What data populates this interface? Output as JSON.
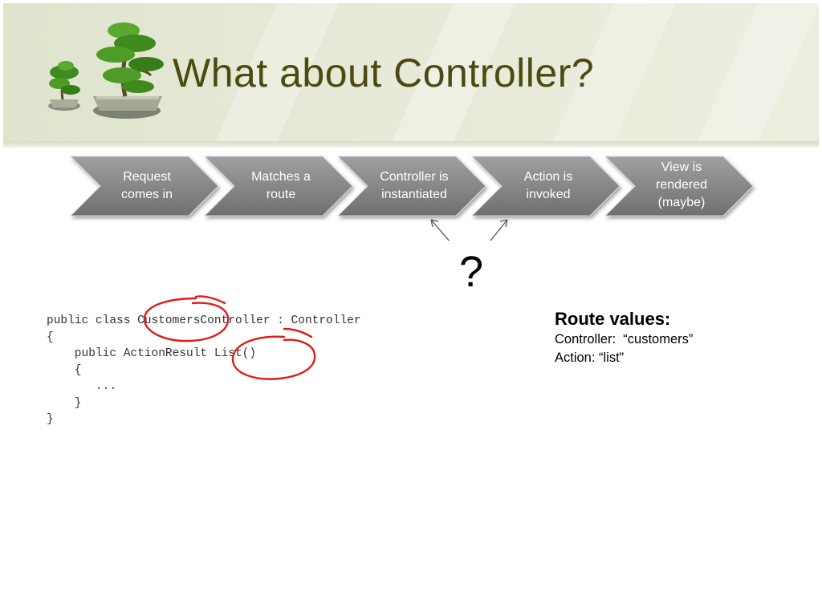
{
  "slide": {
    "title": "What about Controller?"
  },
  "process_steps": [
    {
      "label_line1": "Request",
      "label_line2": "comes in",
      "label_line3": ""
    },
    {
      "label_line1": "Matches a",
      "label_line2": "route",
      "label_line3": ""
    },
    {
      "label_line1": "Controller is",
      "label_line2": "instantiated",
      "label_line3": ""
    },
    {
      "label_line1": "Action is",
      "label_line2": "invoked",
      "label_line3": ""
    },
    {
      "label_line1": "View is",
      "label_line2": "rendered",
      "label_line3": "(maybe)"
    }
  ],
  "question_mark": "?",
  "code_lines": [
    "public class CustomersController : Controller",
    "{",
    "    public ActionResult List()",
    "    {",
    "       ...",
    "    }",
    "}"
  ],
  "route_values": {
    "title": "Route values:",
    "controller_line": "Controller:  “customers”",
    "action_line": "Action: “list”"
  },
  "colors": {
    "title": "#4b4a10",
    "chevron_fill": "#8a8a8a",
    "annotation_red": "#e01b1b"
  }
}
